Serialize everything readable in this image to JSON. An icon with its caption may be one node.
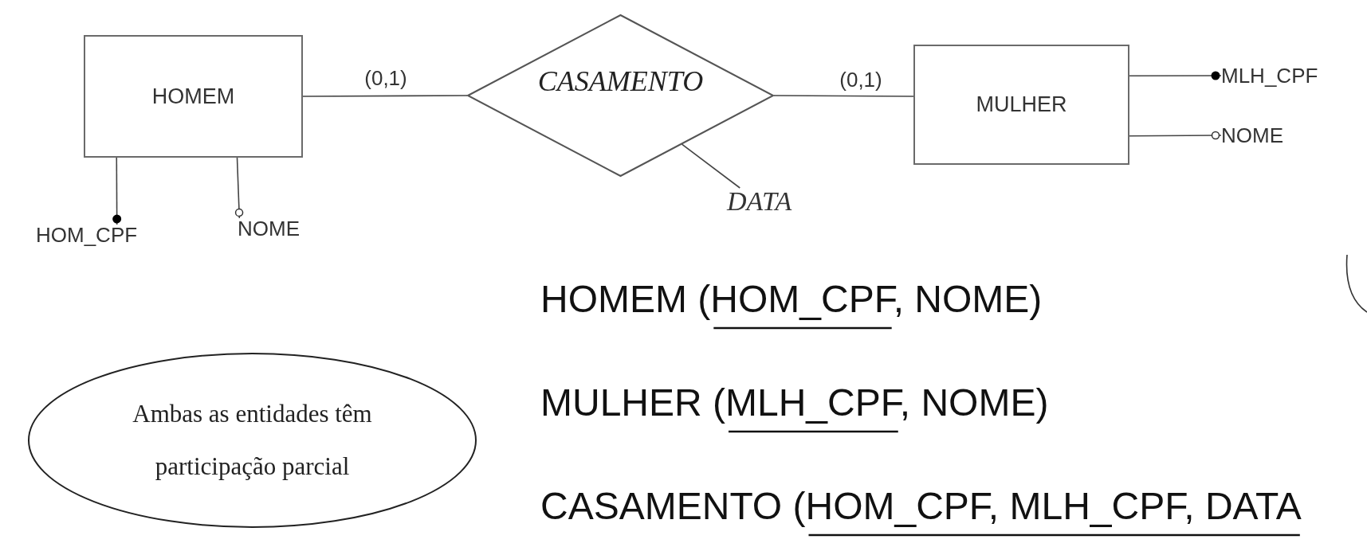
{
  "diagram": {
    "nodes": [
      {
        "text": [
          "HOMEM"
        ]
      },
      {
        "text": [
          "CASAMENTO"
        ]
      },
      {
        "text": [
          "MULHER"
        ]
      },
      {
        "text": [
          "HOM_CPF"
        ]
      },
      {
        "text": [
          "NOME"
        ]
      },
      {
        "text": [
          "DATA"
        ]
      },
      {
        "text": [
          "MLH_CPF"
        ]
      },
      {
        "text": [
          "NOME"
        ]
      },
      {
        "text": [
          "Ambas as entidades têm participação parcial"
        ]
      }
    ],
    "edges": [
      {
        "from": 0,
        "to": 1,
        "arrow": "none",
        "label": "(0,1)"
      },
      {
        "from": 1,
        "to": 2,
        "arrow": "none",
        "label": "(0,1)"
      },
      {
        "from": 0,
        "to": 3,
        "arrow": "other"
      },
      {
        "from": 0,
        "to": 4,
        "arrow": "other"
      },
      {
        "from": 1,
        "to": 5,
        "arrow": "none"
      },
      {
        "from": 2,
        "to": 6,
        "arrow": "other"
      },
      {
        "from": 2,
        "to": 7,
        "arrow": "other"
      }
    ],
    "labels": [
      "HOMEM (HOM_CPF, NOME)",
      "MULHER (MLH_CPF, NOME)",
      "CASAMENTO (HOM_CPF, MLH_CPF, DATA"
    ]
  }
}
